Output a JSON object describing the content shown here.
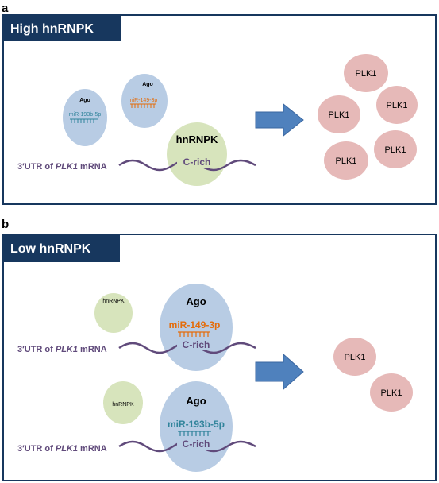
{
  "panel_a": {
    "letter": "a",
    "header": "High hnRNPK",
    "mirnas": [
      {
        "ago": "Ago",
        "mirna": "miR-193b-5p"
      },
      {
        "ago": "Ago",
        "mirna": "miR-149-3p"
      }
    ],
    "hnrnpk": "hnRNPK",
    "c_rich": "C-rich",
    "utr_prefix": "3′UTR of ",
    "utr_gene": "PLK1",
    "utr_suffix": " mRNA",
    "plk1": [
      "PLK1",
      "PLK1",
      "PLK1",
      "PLK1",
      "PLK1"
    ]
  },
  "panel_b": {
    "letter": "b",
    "header": "Low hnRNPK",
    "complexes": [
      {
        "hnrnpk": "hnRNPK",
        "ago": "Ago",
        "mirna": "miR-149-3p",
        "c_rich": "C-rich",
        "utr_prefix": "3′UTR of ",
        "utr_gene": "PLK1",
        "utr_suffix": " mRNA"
      },
      {
        "hnrnpk": "hnRNPK",
        "ago": "Ago",
        "mirna": "miR-193b-5p",
        "c_rich": "C-rich",
        "utr_prefix": "3′UTR of ",
        "utr_gene": "PLK1",
        "utr_suffix": " mRNA"
      }
    ],
    "plk1": [
      "PLK1",
      "PLK1"
    ]
  },
  "colors": {
    "header_bg": "#17375e",
    "frame": "#17375e",
    "ago_fill": "#b8cce4",
    "hnrnpk_fill": "#d7e4bc",
    "plk1_fill": "#e6b9b8",
    "mrna": "#604a7b",
    "mir149": "#e46c0a",
    "mir193": "#31849b",
    "arrow": "#4f81bd"
  }
}
